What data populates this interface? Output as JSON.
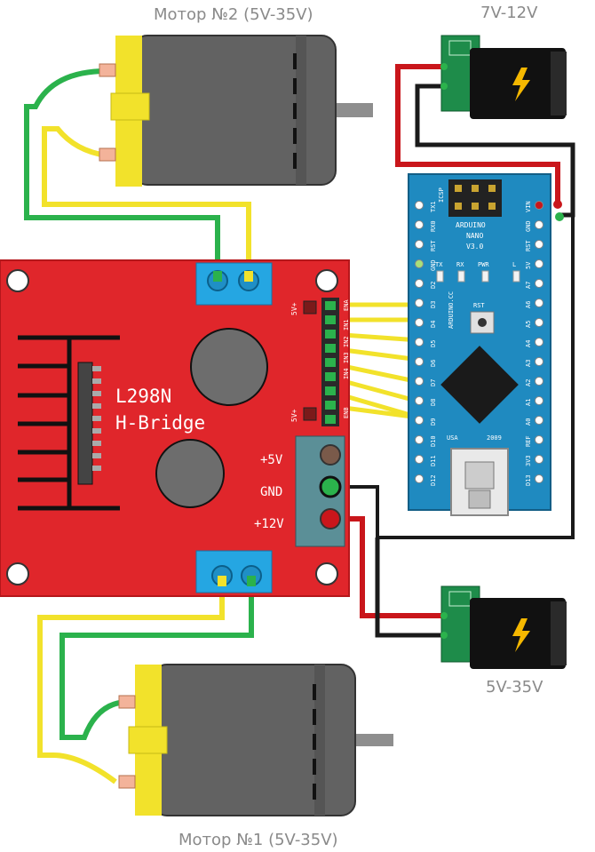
{
  "labels": {
    "motor2": "Мотор №2 (5V-35V)",
    "motor1": "Мотор №1 (5V-35V)",
    "power_top": "7V-12V",
    "power_bottom": "5V-35V"
  },
  "driver": {
    "title_line1": "L298N",
    "title_line2": "H-Bridge",
    "terminal_5v": "+5V",
    "terminal_gnd": "GND",
    "terminal_12v": "+12V",
    "jumper_top": "5V+",
    "jumper_bottom": "5V+",
    "pin_labels": [
      "ENA",
      "IN1",
      "IN2",
      "IN3",
      "IN4",
      "ENB"
    ]
  },
  "arduino": {
    "brand": "ARDUINO",
    "model": "NANO",
    "version": "V3.0",
    "cc": "ARDUINO.CC",
    "icsp": "ICSP",
    "usa": "USA",
    "year": "2009",
    "rst": "RST",
    "led_tx": "TX",
    "led_rx": "RX",
    "led_pwr": "PWR",
    "led_l": "L",
    "left_pins": [
      "TX1",
      "RX0",
      "RST",
      "GND",
      "D2",
      "D3",
      "D4",
      "D5",
      "D6",
      "D7",
      "D8",
      "D9",
      "D10",
      "D11",
      "D12"
    ],
    "right_pins": [
      "VIN",
      "GND",
      "RST",
      "5V",
      "A7",
      "A6",
      "A5",
      "A4",
      "A3",
      "A2",
      "A1",
      "A0",
      "REF",
      "3V3",
      "D13"
    ]
  },
  "colors": {
    "board_red": "#e0262b",
    "arduino_blue": "#1f8ac0",
    "wire_red": "#c9161b",
    "wire_black": "#1a1a1a",
    "wire_green": "#2bb24c",
    "wire_yellow": "#f2e22b"
  }
}
